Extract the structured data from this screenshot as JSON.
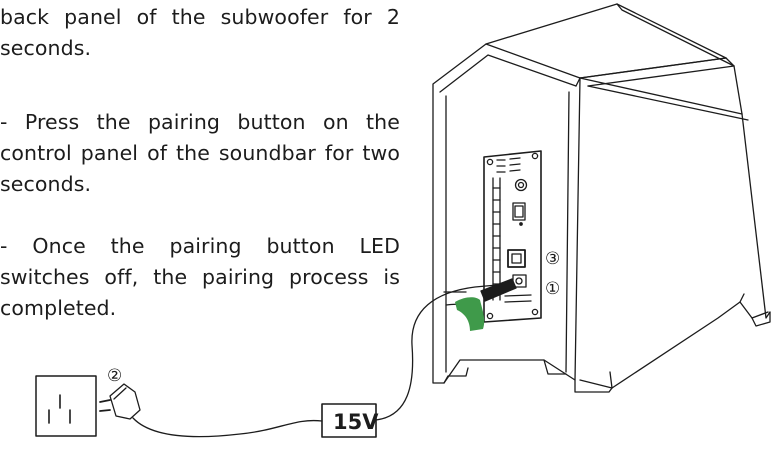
{
  "instructions": {
    "paragraph_1": "back panel of the subwoofer for 2 seconds.",
    "paragraph_2": " -  Press the pairing button on the control panel of the soundbar for two seconds.",
    "paragraph_3": " -  Once the pairing button LED switches off, the pairing process is completed."
  },
  "diagram": {
    "callout_1": "①",
    "callout_2": "②",
    "callout_3": "③",
    "adapter_label": "15V",
    "cable_marker_color": "#3f9a4a"
  }
}
